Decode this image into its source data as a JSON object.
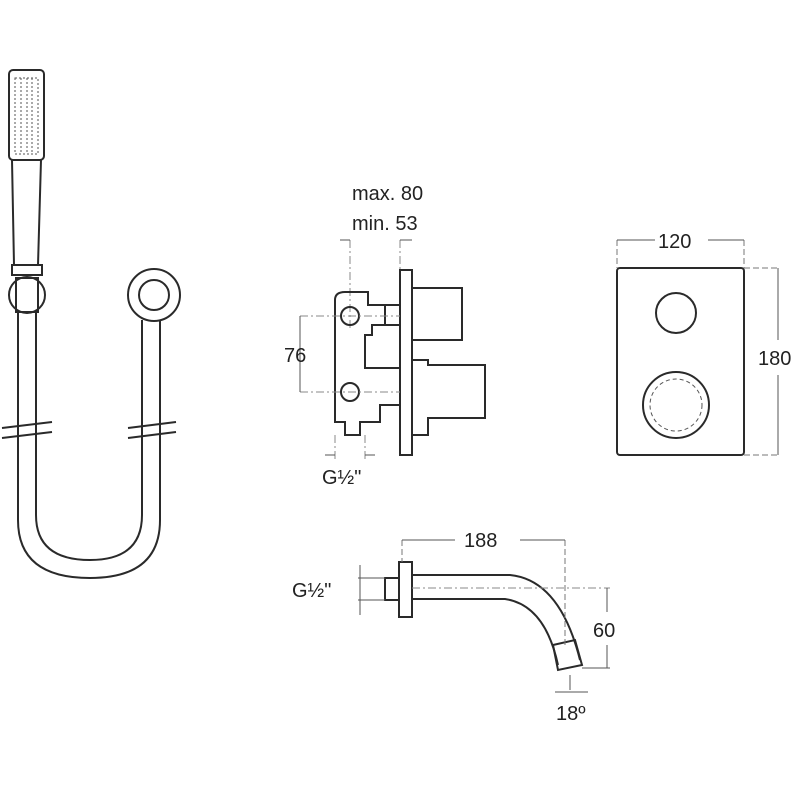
{
  "valve": {
    "max_depth": "max. 80",
    "min_depth": "min. 53",
    "inlet_spacing": "76",
    "thread": "G½\""
  },
  "plate": {
    "width": "120",
    "height": "180"
  },
  "spout": {
    "length": "188",
    "thread": "G½\"",
    "drop": "60",
    "angle": "18º"
  }
}
